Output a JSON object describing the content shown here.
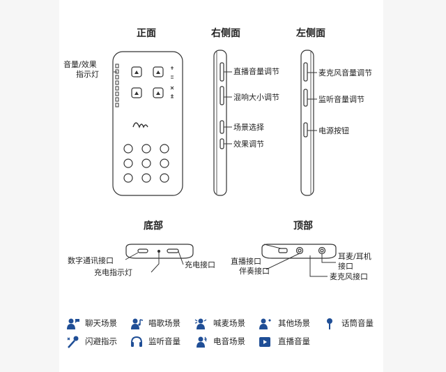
{
  "views": {
    "front": {
      "title": "正面",
      "indicator_line1": "音量/效果",
      "indicator_line2": "指示灯"
    },
    "right": {
      "title": "右侧面",
      "labels": [
        "直播音量调节",
        "混响大小调节",
        "场景选择",
        "效果调节"
      ]
    },
    "left": {
      "title": "左侧面",
      "labels": [
        "麦克风音量调节",
        "监听音量调节",
        "电源按钮"
      ]
    },
    "bottom": {
      "title": "底部",
      "labels": [
        "数字通讯接口",
        "充电指示灯",
        "充电接口"
      ]
    },
    "top": {
      "title": "顶部",
      "labels": [
        "直播接口",
        "伴奏接口",
        "耳麦/耳机",
        "接口",
        "麦克风接口"
      ]
    }
  },
  "legend": [
    {
      "label": "聊天场景",
      "icon": "chat-scene-icon"
    },
    {
      "label": "唱歌场景",
      "icon": "singing-scene-icon"
    },
    {
      "label": "喊麦场景",
      "icon": "shouting-scene-icon"
    },
    {
      "label": "其他场景",
      "icon": "other-scene-icon"
    },
    {
      "label": "话筒音量",
      "icon": "microphone-volume-icon"
    },
    {
      "label": "闪避指示",
      "icon": "ducking-indicator-icon"
    },
    {
      "label": "监听音量",
      "icon": "monitor-volume-icon"
    },
    {
      "label": "电音场景",
      "icon": "electronic-scene-icon"
    },
    {
      "label": "直播音量",
      "icon": "live-volume-icon"
    }
  ],
  "colors": {
    "icon": "#1f4e96",
    "line": "#333333"
  }
}
